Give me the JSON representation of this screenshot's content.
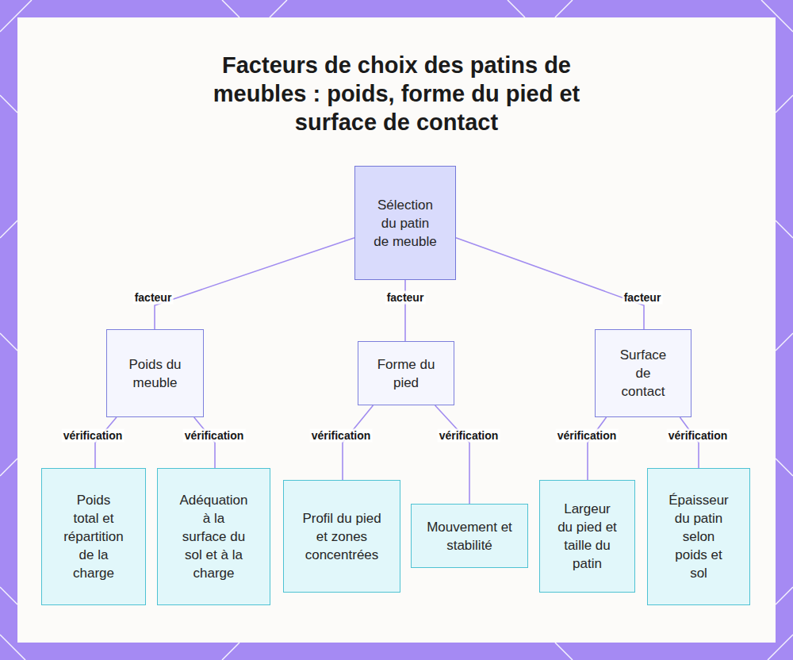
{
  "diagram": {
    "title": "Facteurs de choix des patins de meubles : poids, forme du pied et surface de contact",
    "nodes": [
      {
        "text": [
          "Sélection du patin de meuble"
        ]
      },
      {
        "text": [
          "Poids du meuble"
        ]
      },
      {
        "text": [
          "Forme du pied"
        ]
      },
      {
        "text": [
          "Surface de contact"
        ]
      },
      {
        "text": [
          "Poids total et répartition de la charge"
        ]
      },
      {
        "text": [
          "Adéquation à la surface du sol et à la charge"
        ]
      },
      {
        "text": [
          "Profil du pied et zones concentrées"
        ]
      },
      {
        "text": [
          "Mouvement et stabilité"
        ]
      },
      {
        "text": [
          "Largeur du pied et taille du patin"
        ]
      },
      {
        "text": [
          "Épaisseur du patin selon poids et sol"
        ]
      }
    ],
    "edges": [
      {
        "from": 0,
        "to": 1,
        "label": "facteur",
        "arrow": "none"
      },
      {
        "from": 0,
        "to": 2,
        "label": "facteur",
        "arrow": "none"
      },
      {
        "from": 0,
        "to": 3,
        "label": "facteur",
        "arrow": "none"
      },
      {
        "from": 1,
        "to": 4,
        "label": "vérification",
        "arrow": "none"
      },
      {
        "from": 1,
        "to": 5,
        "label": "vérification",
        "arrow": "none"
      },
      {
        "from": 2,
        "to": 6,
        "label": "vérification",
        "arrow": "none"
      },
      {
        "from": 2,
        "to": 7,
        "label": "vérification",
        "arrow": "none"
      },
      {
        "from": 3,
        "to": 8,
        "label": "vérification",
        "arrow": "none"
      },
      {
        "from": 3,
        "to": 9,
        "label": "vérification",
        "arrow": "none"
      }
    ]
  }
}
